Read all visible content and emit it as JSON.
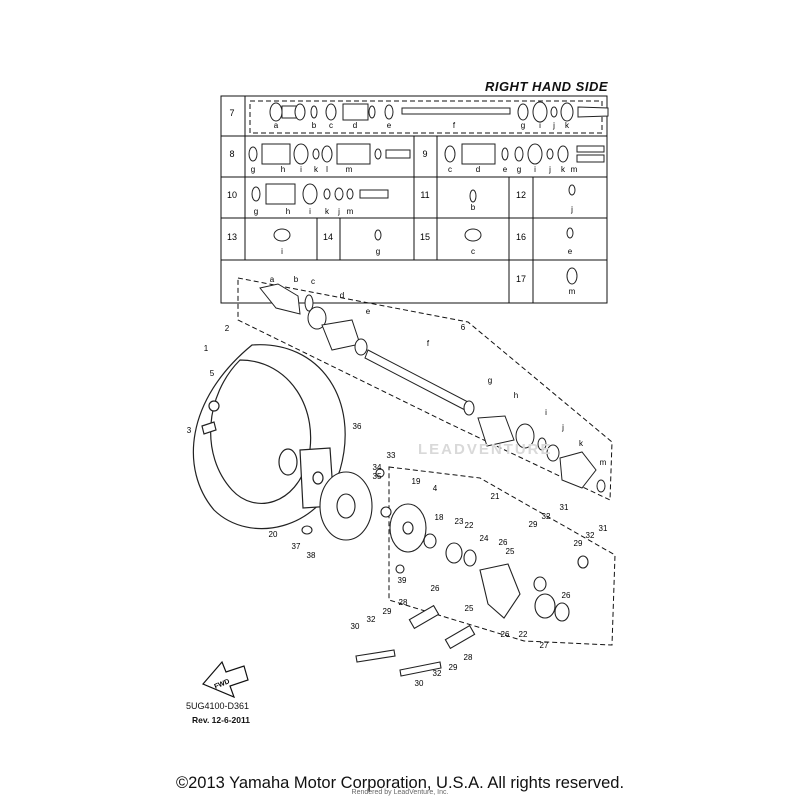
{
  "header": {
    "title": "RIGHT HAND SIDE"
  },
  "footer": {
    "diagram_code": "5UG4100-D361",
    "revision": "Rev.  12-6-2011",
    "copyright": "©2013 Yamaha Motor Corporation, U.S.A. All rights reserved.",
    "rendered_by": "Rendered by LeadVenture, Inc."
  },
  "watermark": {
    "text": "LEADVENTURE"
  },
  "fwd_arrow": {
    "label": "FWD"
  },
  "table": {
    "rows": [
      {
        "cells": [
          {
            "num": "7",
            "letters": [
              "a",
              "b",
              "c",
              "d",
              "e",
              "f",
              "g",
              "i",
              "j",
              "k"
            ]
          }
        ]
      },
      {
        "cells": [
          {
            "num": "8",
            "letters": [
              "g",
              "h",
              "i",
              "k",
              "l",
              "m"
            ]
          },
          {
            "num": "9",
            "letters": [
              "c",
              "d",
              "e",
              "g",
              "i",
              "j",
              "k",
              "m"
            ]
          }
        ]
      },
      {
        "cells": [
          {
            "num": "10",
            "letters": [
              "g",
              "h",
              "i",
              "k",
              "j",
              "m"
            ]
          },
          {
            "num": "11",
            "letters": [
              "b"
            ]
          },
          {
            "num": "12",
            "letters": [
              "j"
            ]
          }
        ]
      },
      {
        "cells": [
          {
            "num": "13",
            "letters": [
              "i"
            ]
          },
          {
            "num": "14",
            "letters": [
              "g"
            ]
          },
          {
            "num": "15",
            "letters": [
              "c"
            ]
          },
          {
            "num": "16",
            "letters": [
              "e"
            ]
          }
        ]
      },
      {
        "cells": [
          {
            "num": "17",
            "letters": [
              "m"
            ]
          }
        ]
      }
    ]
  },
  "callouts": {
    "shaft_letters": [
      "a",
      "b",
      "c",
      "d",
      "e",
      "f",
      "g",
      "h",
      "i",
      "j",
      "k",
      "m"
    ],
    "parts": [
      "1",
      "2",
      "3",
      "4",
      "5",
      "6",
      "18",
      "19",
      "20",
      "21",
      "22",
      "22",
      "23",
      "24",
      "25",
      "25",
      "26",
      "26",
      "26",
      "26",
      "27",
      "28",
      "28",
      "29",
      "29",
      "29",
      "29",
      "30",
      "30",
      "31",
      "31",
      "32",
      "32",
      "32",
      "32",
      "33",
      "34",
      "35",
      "36",
      "37",
      "38",
      "39"
    ]
  }
}
